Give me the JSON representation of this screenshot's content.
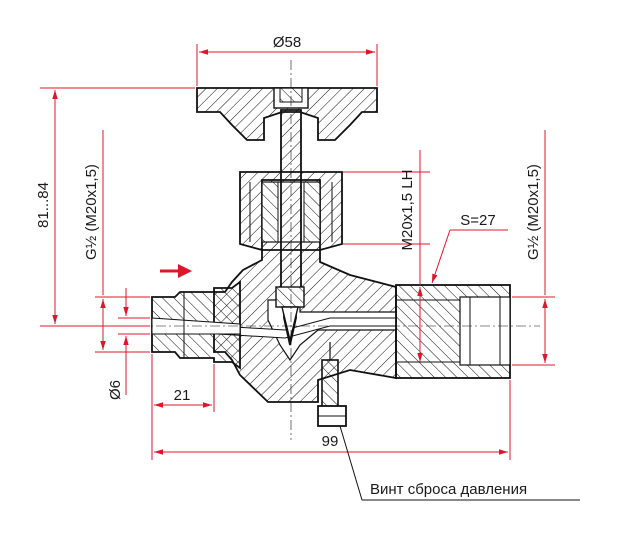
{
  "dimensions": {
    "handwheel_diameter": "Ø58",
    "height": "81...84",
    "inlet_thread": "G½ (M20x1,5)",
    "outlet_thread": "G½ (M20x1,5)",
    "gland_thread": "M20x1,5 LH",
    "wrench_size": "S=27",
    "bore_diameter": "Ø6",
    "inlet_length": "21",
    "overall_length": "99"
  },
  "callout": {
    "label": "Винт сброса давления"
  },
  "colors": {
    "dimension_line": "#e0152b",
    "flow_arrow": "#e0152b",
    "part_fill": "#ffffff",
    "part_outline": "#111111",
    "hatch": "#111111"
  },
  "icons": {
    "flow": "flow-direction-arrow-icon"
  }
}
